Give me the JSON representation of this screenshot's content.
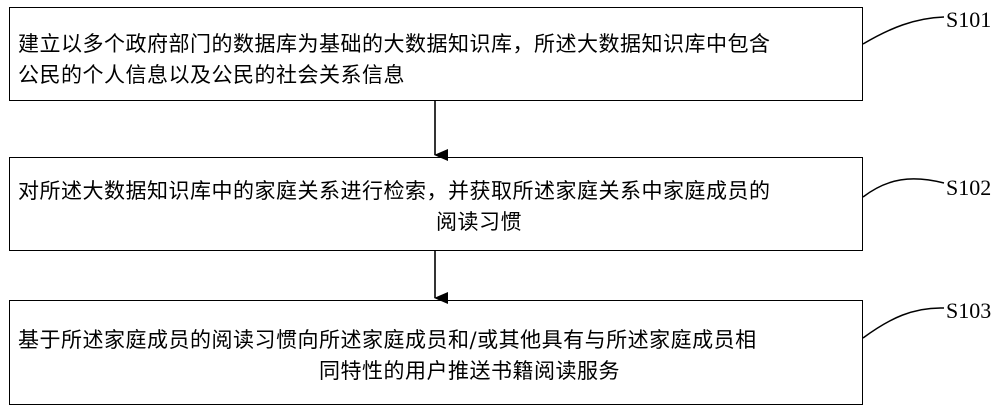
{
  "steps": [
    {
      "label": "S101",
      "lines": [
        "建立以多个政府部门的数据库为基础的大数据知识库，所述大数据知识库中包含",
        "公民的个人信息以及公民的社会关系信息"
      ]
    },
    {
      "label": "S102",
      "lines": [
        "对所述大数据知识库中的家庭关系进行检索，并获取所述家庭关系中家庭成员的",
        "阅读习惯"
      ]
    },
    {
      "label": "S103",
      "lines": [
        "基于所述家庭成员的阅读习惯向所述家庭成员和/或其他具有与所述家庭成员相",
        "同特性的用户推送书籍阅读服务"
      ]
    }
  ]
}
